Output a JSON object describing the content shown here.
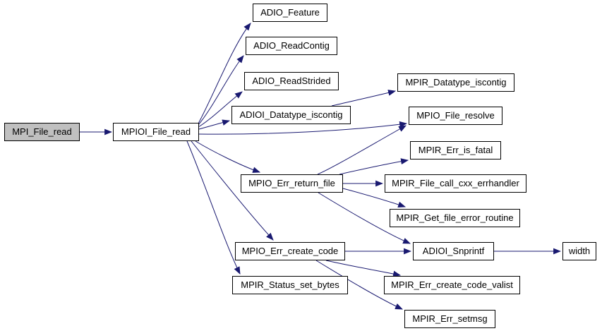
{
  "diagram": {
    "type": "call-graph",
    "colors": {
      "edge": "#191970",
      "node_border": "#000000",
      "node_fill": "#ffffff",
      "root_fill": "#c0c0c0",
      "text": "#000000"
    },
    "nodes": [
      {
        "label": "MPI_File_read",
        "root": true
      },
      {
        "label": "MPIOI_File_read"
      },
      {
        "label": "ADIO_Feature"
      },
      {
        "label": "ADIO_ReadContig"
      },
      {
        "label": "ADIO_ReadStrided"
      },
      {
        "label": "ADIOI_Datatype_iscontig"
      },
      {
        "label": "MPIR_Datatype_iscontig"
      },
      {
        "label": "MPIO_File_resolve"
      },
      {
        "label": "MPIR_Err_is_fatal"
      },
      {
        "label": "MPIO_Err_return_file"
      },
      {
        "label": "MPIR_File_call_cxx_errhandler"
      },
      {
        "label": "MPIR_Get_file_error_routine"
      },
      {
        "label": "MPIO_Err_create_code"
      },
      {
        "label": "ADIOI_Snprintf"
      },
      {
        "label": "width"
      },
      {
        "label": "MPIR_Status_set_bytes"
      },
      {
        "label": "MPIR_Err_create_code_valist"
      },
      {
        "label": "MPIR_Err_setmsg"
      }
    ],
    "edges": [
      {
        "from": "MPI_File_read",
        "to": "MPIOI_File_read"
      },
      {
        "from": "MPIOI_File_read",
        "to": "ADIO_Feature"
      },
      {
        "from": "MPIOI_File_read",
        "to": "ADIO_ReadContig"
      },
      {
        "from": "MPIOI_File_read",
        "to": "ADIO_ReadStrided"
      },
      {
        "from": "MPIOI_File_read",
        "to": "ADIOI_Datatype_iscontig"
      },
      {
        "from": "MPIOI_File_read",
        "to": "MPIO_File_resolve"
      },
      {
        "from": "MPIOI_File_read",
        "to": "MPIO_Err_return_file"
      },
      {
        "from": "MPIOI_File_read",
        "to": "MPIO_Err_create_code"
      },
      {
        "from": "MPIOI_File_read",
        "to": "MPIR_Status_set_bytes"
      },
      {
        "from": "ADIOI_Datatype_iscontig",
        "to": "MPIR_Datatype_iscontig"
      },
      {
        "from": "MPIO_Err_return_file",
        "to": "MPIO_File_resolve"
      },
      {
        "from": "MPIO_Err_return_file",
        "to": "MPIR_Err_is_fatal"
      },
      {
        "from": "MPIO_Err_return_file",
        "to": "MPIR_File_call_cxx_errhandler"
      },
      {
        "from": "MPIO_Err_return_file",
        "to": "MPIR_Get_file_error_routine"
      },
      {
        "from": "MPIO_Err_return_file",
        "to": "ADIOI_Snprintf"
      },
      {
        "from": "MPIO_Err_create_code",
        "to": "ADIOI_Snprintf"
      },
      {
        "from": "MPIO_Err_create_code",
        "to": "MPIR_Err_create_code_valist"
      },
      {
        "from": "MPIO_Err_create_code",
        "to": "MPIR_Err_setmsg"
      },
      {
        "from": "ADIOI_Snprintf",
        "to": "width"
      }
    ]
  }
}
